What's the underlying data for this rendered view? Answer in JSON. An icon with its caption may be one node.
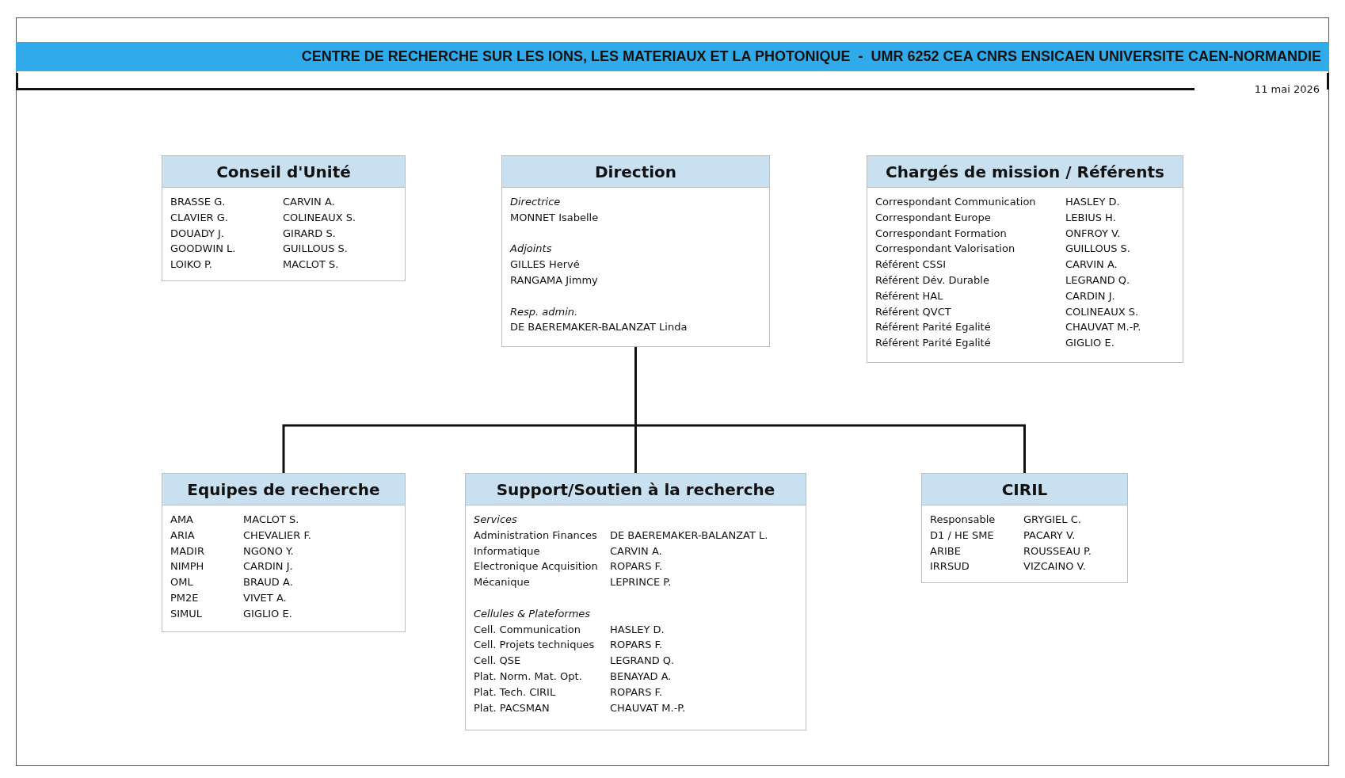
{
  "diagram": {
    "title": "CENTRE DE RECHERCHE SUR LES IONS, LES MATERIAUX ET LA PHOTONIQUE  -  UMR 6252 CEA CNRS ENSICAEN UNIVERSITE CAEN-NORMANDIE",
    "nodes": [
      {
        "text": [
          "Conseil d'Unité",
          "BRASSE G.",
          "CARVIN A.",
          "CLAVIER G.",
          "COLINEAUX S.",
          "DOUADY J.",
          "GIRARD S.",
          "GOODWIN L.",
          "GUILLOUS S.",
          "LOIKO P.",
          "MACLOT S."
        ]
      },
      {
        "text": [
          "Direction",
          "Directrice",
          "MONNET Isabelle",
          "Adjoints",
          "GILLES Hervé",
          "RANGAMA Jimmy",
          "Resp. admin.",
          "DE BAEREMAKER-BALANZAT Linda"
        ]
      },
      {
        "text": [
          "Chargés de mission / Référents",
          "Correspondant Communication",
          "HASLEY D.",
          "Correspondant Europe",
          "LEBIUS H.",
          "Correspondant Formation",
          "ONFROY V.",
          "Correspondant Valorisation",
          "GUILLOUS S.",
          "Référent CSSI",
          "CARVIN A.",
          "Référent Dév.  Durable",
          "LEGRAND Q.",
          "Référent HAL",
          "CARDIN J.",
          "Référent QVCT",
          "COLINEAUX S.",
          "Référent Parité Egalité",
          "CHAUVAT M.-P.",
          "Référent Parité Egalité",
          "GIGLIO E."
        ]
      },
      {
        "text": [
          "Equipes de recherche",
          "AMA",
          "MACLOT S.",
          "ARIA",
          "CHEVALIER F.",
          "MADIR",
          "NGONO Y.",
          "NIMPH",
          "CARDIN J.",
          "OML",
          "BRAUD A.",
          "PM2E",
          "VIVET A.",
          "SIMUL",
          "GIGLIO E."
        ]
      },
      {
        "text": [
          "Support/Soutien à la recherche",
          "Services",
          "Administration Finances",
          "DE BAEREMAKER-BALANZAT L.",
          "Informatique",
          "CARVIN A.",
          "Electronique Acquisition",
          "ROPARS F.",
          "Mécanique",
          "LEPRINCE P.",
          "Cellules & Plateformes",
          "Cell. Communication",
          "HASLEY D.",
          "Cell. Projets techniques",
          "ROPARS F.",
          "Cell. QSE",
          "LEGRAND Q.",
          "Plat. Norm. Mat. Opt.",
          "BENAYAD A.",
          "Plat. Tech. CIRIL",
          "ROPARS F.",
          "Plat. PACSMAN",
          "CHAUVAT M.-P."
        ]
      },
      {
        "text": [
          "CIRIL",
          "Responsable",
          "GRYGIEL C.",
          "D1 / HE SME",
          "PACARY V.",
          "ARIBE",
          "ROUSSEAU P.",
          "IRRSUD",
          "VIZCAINO V."
        ]
      }
    ],
    "edges": [
      {
        "from": 1,
        "to": 3,
        "arrow": "none"
      },
      {
        "from": 1,
        "to": 4,
        "arrow": "none"
      },
      {
        "from": 1,
        "to": 5,
        "arrow": "none"
      }
    ],
    "labels": [
      "11 mai 2026"
    ]
  }
}
